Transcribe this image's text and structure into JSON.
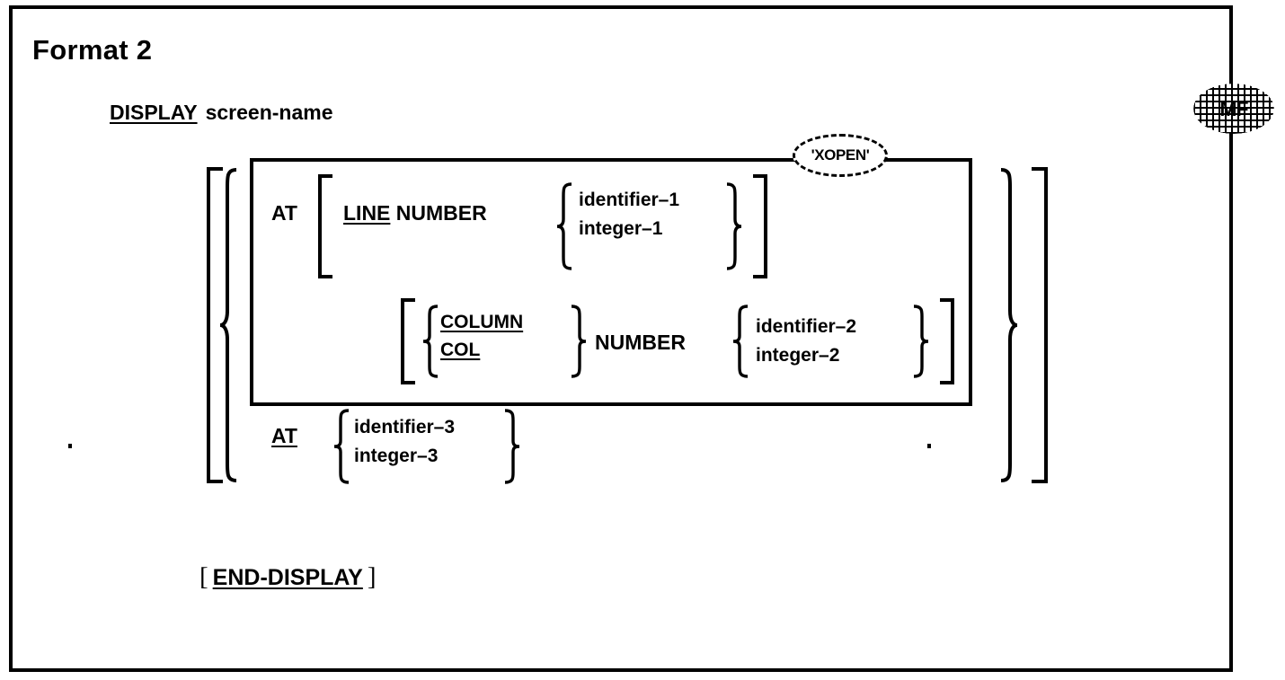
{
  "document": {
    "format_title": "Format 2",
    "dialect_badge": "MF",
    "annotation_bubble": "'XOPEN'"
  },
  "syntax": {
    "statement": {
      "keyword": "DISPLAY",
      "operand": "screen-name"
    },
    "clause_line": {
      "at_keyword": "AT",
      "line_keyword": "LINE",
      "number_keyword": "NUMBER",
      "options": [
        "identifier–1",
        "integer–1"
      ]
    },
    "clause_column": {
      "column_keyword": "COLUMN",
      "col_keyword": "COL",
      "number_keyword": "NUMBER",
      "options": [
        "identifier–2",
        "integer–2"
      ]
    },
    "clause_at_pos": {
      "at_keyword": "AT",
      "options": [
        "identifier–3",
        "integer–3"
      ]
    },
    "terminator": {
      "open_bracket": "[",
      "keyword": "END-DISPLAY",
      "close_bracket": "]"
    }
  },
  "colors": {
    "ink": "#000000",
    "paper": "#ffffff"
  }
}
